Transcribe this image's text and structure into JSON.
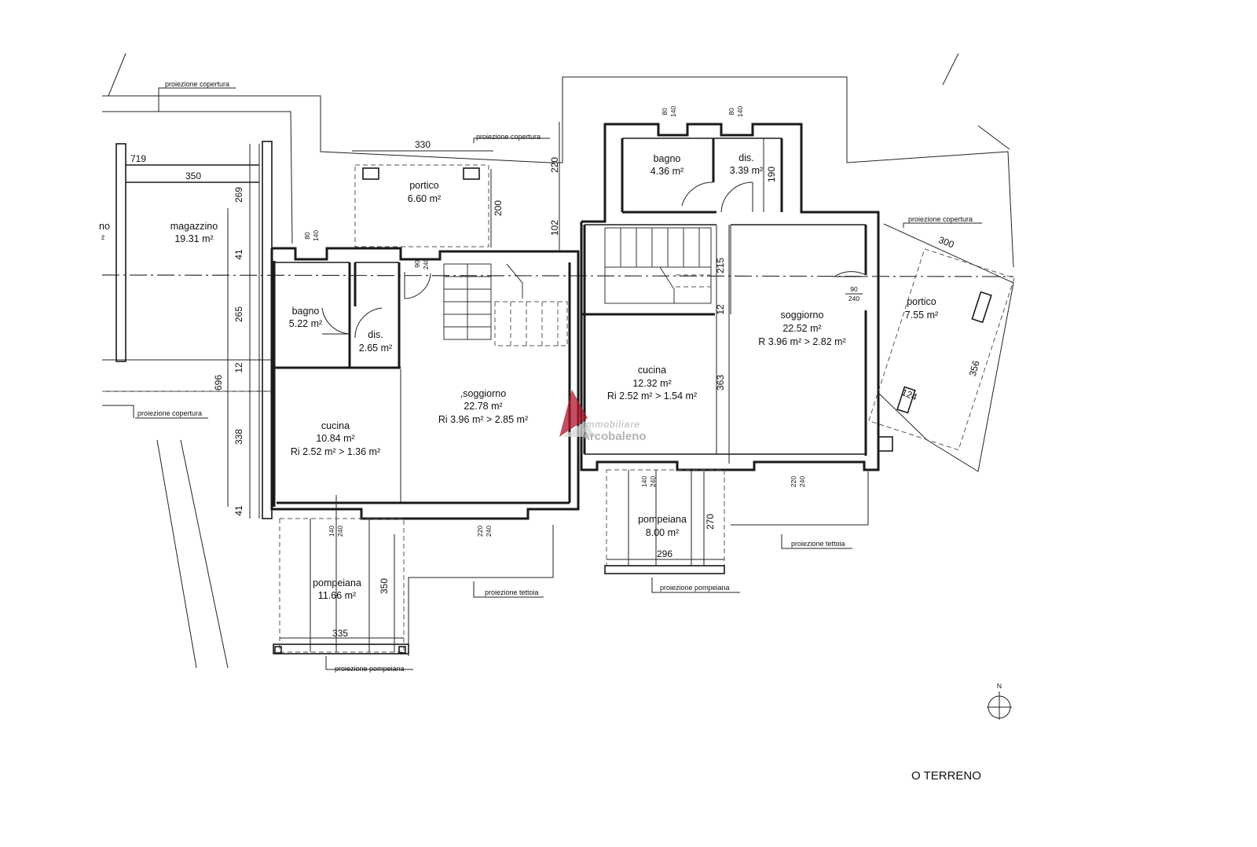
{
  "title": "O TERRENO",
  "watermark": {
    "line1": "Immobiliare",
    "line2": "Arcobaleno",
    "color": "#b0142a"
  },
  "rooms": {
    "magazzino": {
      "name": "magazzino",
      "area": "19.31 m²"
    },
    "left_cut": {
      "name": "no",
      "area": "²"
    },
    "portico_a": {
      "name": "portico",
      "area": "6.60 m²"
    },
    "bagno_a": {
      "name": "bagno",
      "area": "5.22 m²"
    },
    "dis_a": {
      "name": "dis.",
      "area": "2.65 m²"
    },
    "cucina_a": {
      "name": "cucina",
      "area": "10.84 m²",
      "ri": "Ri 2.52 m² > 1.36 m²"
    },
    "soggiorno_a": {
      "name": ",soggiorno",
      "area": "22.78 m²",
      "ri": "Ri 3.96 m² > 2.85 m²"
    },
    "bagno_b": {
      "name": "bagno",
      "area": "4.36 m²"
    },
    "dis_b": {
      "name": "dis.",
      "area": "3.39 m²"
    },
    "cucina_b": {
      "name": "cucina",
      "area": "12.32 m²",
      "ri": "Ri 2.52 m² > 1.54 m²"
    },
    "soggiorno_b": {
      "name": "soggiorno",
      "area": "22.52 m²",
      "ri": "R 3.96 m² > 2.82 m²"
    },
    "portico_b": {
      "name": "portico",
      "area": "7.55 m²"
    },
    "pompeiana_a": {
      "name": "pompeiana",
      "area": "11.66 m²"
    },
    "pompeiana_b": {
      "name": "pompeiana",
      "area": "8.00 m²"
    }
  },
  "notes": {
    "proj_cop_1": "proiezione copertura",
    "proj_cop_2": "proiezione copertura",
    "proj_cop_3": "proiezione copertura",
    "proj_cop_4": "proiezione copertura",
    "proj_tettoia_1": "proiezione tettoia",
    "proj_tettoia_2": "proiezione tettoia",
    "proj_pomp_1": "proiezione pompeiana",
    "proj_pomp_2": "proiezione pompeiana"
  },
  "dims": {
    "d719": "719",
    "d350a": "350",
    "d330": "330",
    "d220a": "220",
    "d200": "200",
    "d102": "102",
    "d269": "269",
    "d41a": "41",
    "d265": "265",
    "d12a": "12",
    "d696": "696",
    "d338": "338",
    "d41b": "41",
    "d190": "190",
    "d215": "215",
    "d12b": "12",
    "d363": "363",
    "d300": "300",
    "d356": "356",
    "d124": "124",
    "d270": "270",
    "d296": "296",
    "d350b": "350",
    "d335": "335"
  },
  "openings": {
    "w1": [
      "80",
      "140"
    ],
    "w2": [
      "80",
      "140"
    ],
    "w3": [
      "80",
      "140"
    ],
    "d1": [
      "90",
      "240"
    ],
    "d2": [
      "90",
      "240"
    ],
    "w4": [
      "140",
      "240"
    ],
    "w5": [
      "220",
      "240"
    ],
    "w6": [
      "140",
      "240"
    ],
    "w7": [
      "220",
      "240"
    ]
  },
  "compass": {
    "label": "N"
  }
}
